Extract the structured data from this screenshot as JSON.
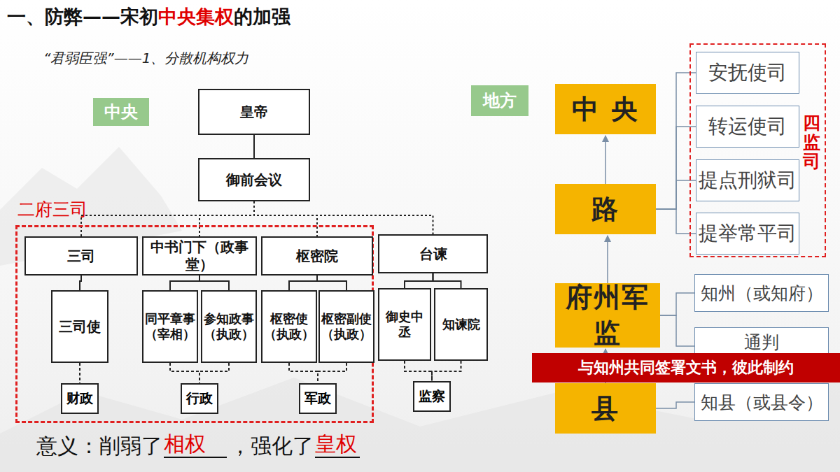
{
  "diagram": {
    "title": "一、防弊——宋初中央集权的加强",
    "nodes": [
      {
        "text": [
          "中央"
        ]
      },
      {
        "text": [
          "皇帝"
        ]
      },
      {
        "text": [
          "御前会议"
        ]
      },
      {
        "text": [
          "二府三司"
        ]
      },
      {
        "text": [
          "三司"
        ],
        "in": 3
      },
      {
        "text": [
          "中书门下（政事堂）"
        ],
        "in": 3
      },
      {
        "text": [
          "枢密院"
        ],
        "in": 3
      },
      {
        "text": [
          "台谏"
        ]
      },
      {
        "text": [
          "三司使"
        ],
        "in": 3
      },
      {
        "text": [
          "同平章事 （宰相）"
        ],
        "in": 3
      },
      {
        "text": [
          "参知政事 （执政）"
        ],
        "in": 3
      },
      {
        "text": [
          "枢密使 （执政）"
        ],
        "in": 3
      },
      {
        "text": [
          "枢密副使 （执政）"
        ],
        "in": 3
      },
      {
        "text": [
          "御史中丞"
        ]
      },
      {
        "text": [
          "知谏院"
        ]
      },
      {
        "text": [
          "财政"
        ],
        "in": 3
      },
      {
        "text": [
          "行政"
        ],
        "in": 3
      },
      {
        "text": [
          "军政"
        ],
        "in": 3
      },
      {
        "text": [
          "监察"
        ]
      },
      {
        "text": [
          "地方"
        ]
      },
      {
        "text": [
          "四监司"
        ]
      },
      {
        "text": [
          "安抚使司"
        ],
        "in": 20
      },
      {
        "text": [
          "转运使司"
        ],
        "in": 20
      },
      {
        "text": [
          "提点刑狱司"
        ],
        "in": 20
      },
      {
        "text": [
          "提举常平司"
        ],
        "in": 20
      },
      {
        "text": [
          "中 央"
        ]
      },
      {
        "text": [
          "路"
        ]
      },
      {
        "text": [
          "府州军监"
        ]
      },
      {
        "text": [
          "知州（或知府）"
        ]
      },
      {
        "text": [
          "通判"
        ]
      },
      {
        "text": [
          "与知州共同签署文书，彼此制约"
        ]
      },
      {
        "text": [
          "县"
        ]
      },
      {
        "text": [
          "知县（或县令）"
        ]
      }
    ],
    "edges": [
      {
        "from": 1,
        "to": 2,
        "arrow": "none"
      },
      {
        "from": 2,
        "to": 4,
        "arrow": "none"
      },
      {
        "from": 2,
        "to": 5,
        "arrow": "none"
      },
      {
        "from": 2,
        "to": 6,
        "arrow": "none"
      },
      {
        "from": 2,
        "to": 7,
        "arrow": "none"
      },
      {
        "from": 4,
        "to": 8,
        "arrow": "none"
      },
      {
        "from": 5,
        "to": 9,
        "arrow": "none"
      },
      {
        "from": 5,
        "to": 10,
        "arrow": "none"
      },
      {
        "from": 6,
        "to": 11,
        "arrow": "none"
      },
      {
        "from": 6,
        "to": 12,
        "arrow": "none"
      },
      {
        "from": 7,
        "to": 13,
        "arrow": "none"
      },
      {
        "from": 7,
        "to": 14,
        "arrow": "none"
      },
      {
        "from": 8,
        "to": 15,
        "arrow": "none"
      },
      {
        "from": 9,
        "to": 16,
        "arrow": "none"
      },
      {
        "from": 10,
        "to": 16,
        "arrow": "none"
      },
      {
        "from": 11,
        "to": 17,
        "arrow": "none"
      },
      {
        "from": 12,
        "to": 17,
        "arrow": "none"
      },
      {
        "from": 13,
        "to": 18,
        "arrow": "none"
      },
      {
        "from": 14,
        "to": 18,
        "arrow": "none"
      },
      {
        "from": 26,
        "to": 25,
        "arrow": "to"
      },
      {
        "from": 27,
        "to": 26,
        "arrow": "to"
      },
      {
        "from": 31,
        "to": 27,
        "arrow": "to"
      },
      {
        "from": 26,
        "to": 21,
        "arrow": "none"
      },
      {
        "from": 26,
        "to": 22,
        "arrow": "none"
      },
      {
        "from": 26,
        "to": 23,
        "arrow": "none"
      },
      {
        "from": 26,
        "to": 24,
        "arrow": "none"
      },
      {
        "from": 27,
        "to": 28,
        "arrow": "none"
      },
      {
        "from": 27,
        "to": 29,
        "arrow": "none"
      },
      {
        "from": 31,
        "to": 32,
        "arrow": "none"
      }
    ],
    "labels": [
      "“君弱臣强”——1、分散机构权力",
      "意义：削弱了",
      "相权",
      "，强化了",
      "皇权"
    ]
  }
}
